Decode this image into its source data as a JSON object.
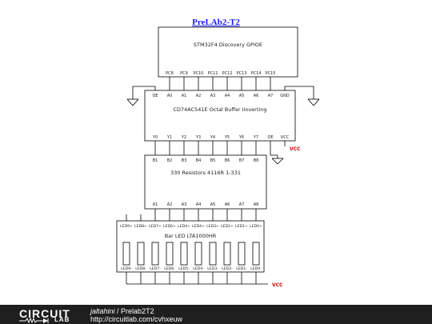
{
  "title": "PreLAb2-T2",
  "colors": {
    "wire": "#000000",
    "vcc_label": "#d40000",
    "title": "#1a1aff",
    "footer_bg": "#1f1f1f"
  },
  "stm32": {
    "label": "STM32F4 Discovery GPIOE",
    "pins": [
      "PC8",
      "PC9",
      "PC10",
      "PC11",
      "PC12",
      "PC13",
      "PC14",
      "PC15"
    ]
  },
  "buffer": {
    "label": "CD74AC541E Octal Buffer Iinverting",
    "top_pins": [
      "OE",
      "A0",
      "A1",
      "A2",
      "A3",
      "A4",
      "A5",
      "A6",
      "A7",
      "GND"
    ],
    "bottom_pins": [
      "Y0",
      "Y1",
      "Y2",
      "Y3",
      "Y4",
      "Y5",
      "Y6",
      "Y7",
      "OE",
      "VCC"
    ]
  },
  "vcc_label": "VCC",
  "resistors": {
    "label": "330 Resistors 4116R 1-331",
    "top_pins": [
      "B1",
      "B2",
      "B3",
      "B4",
      "B5",
      "B6",
      "B7",
      "B8"
    ],
    "bottom_pins": [
      "A1",
      "A2",
      "A3",
      "A4",
      "A5",
      "A6",
      "A7",
      "A8"
    ]
  },
  "ledbar": {
    "label": "Bar LED LTA1000HR",
    "top_pins": [
      "LED9+",
      "LED8+",
      "LED7+",
      "LED6+",
      "LED4+",
      "LED4+",
      "LED3+",
      "LED2+",
      "LED1+",
      "LED0+"
    ],
    "bottom_pins": [
      "LED9-",
      "LED8-",
      "LED7-",
      "LED6-",
      "LED5-",
      "LED4-",
      "LED3-",
      "LED2-",
      "LED1-",
      "LED0-"
    ]
  },
  "footer": {
    "logo_top": "CIRCUIT",
    "logo_bottom": "LAB",
    "author": "jaltahini",
    "separator": " / ",
    "project": "Prelab2T2",
    "url": "http://circuitlab.com/cvhxeuw"
  }
}
